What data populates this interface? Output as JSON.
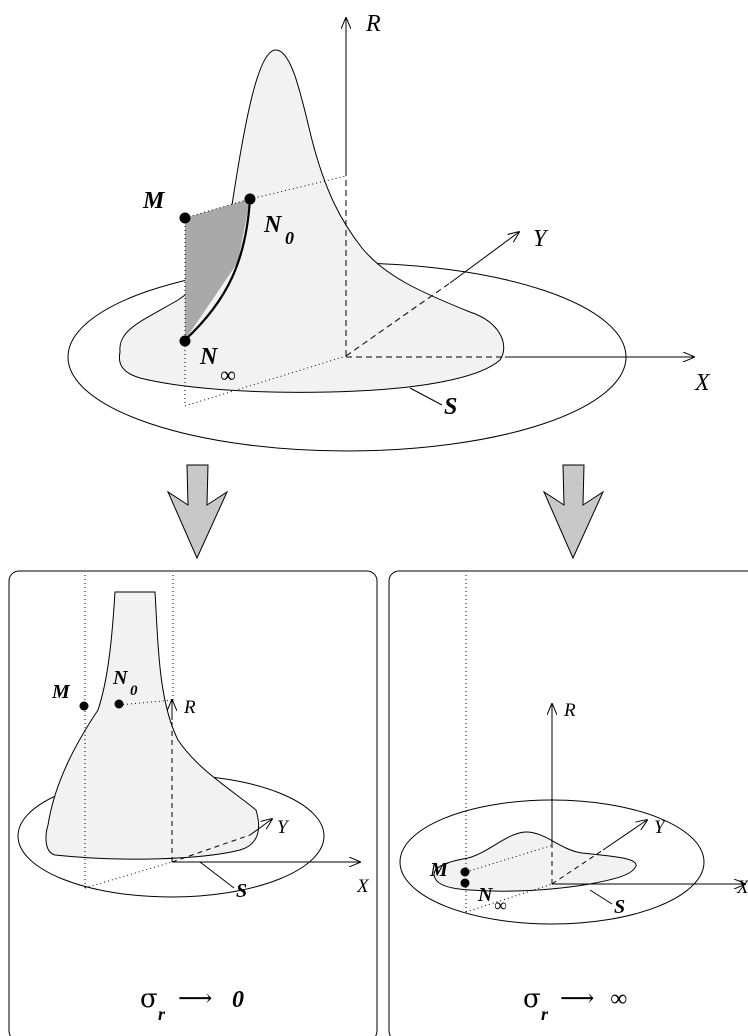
{
  "top": {
    "axes": {
      "r": "R",
      "x": "X",
      "y": "Y"
    },
    "points": {
      "m": "M",
      "n0_main": "N",
      "n0_sub": "0",
      "ninf_main": "N",
      "ninf_sub": "∞"
    },
    "surface": "S"
  },
  "bottom_left": {
    "axes": {
      "r": "R",
      "x": "X",
      "y": "Y"
    },
    "points": {
      "m": "M",
      "n0_main": "N",
      "n0_sub": "0"
    },
    "surface": "S",
    "caption": {
      "sigma": "σ",
      "sub": "r",
      "arrow": "⟶",
      "limit": "0"
    }
  },
  "bottom_right": {
    "axes": {
      "r": "R",
      "x": "X",
      "y": "Y"
    },
    "points": {
      "m": "M",
      "ninf_main": "N",
      "ninf_sub": "∞"
    },
    "surface": "S",
    "caption": {
      "sigma": "σ",
      "sub": "r",
      "arrow": "⟶",
      "limit": "∞"
    }
  },
  "colors": {
    "surface_fill": "#f2f2f2",
    "shaded_region": "#a9a9a9",
    "arrow_fill": "#c8c8c8"
  }
}
